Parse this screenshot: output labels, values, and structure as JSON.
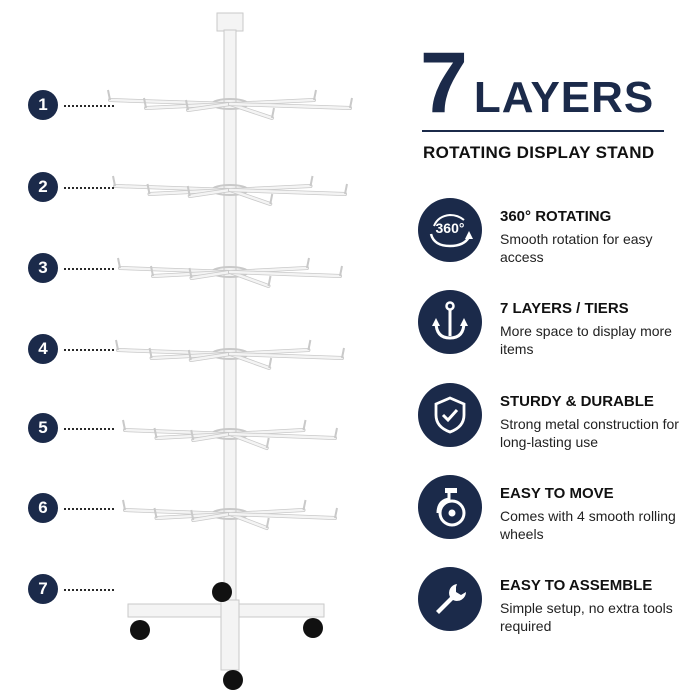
{
  "headline": {
    "number": "7",
    "word": "LAYERS"
  },
  "subtitle": "ROTATING DISPLAY STAND",
  "layer_numbers": [
    "1",
    "2",
    "3",
    "4",
    "5",
    "6",
    "7"
  ],
  "features": [
    {
      "icon": "rotate-360-icon",
      "icon_text": "360°",
      "title": "360° ROTATING",
      "desc": "Smooth rotation for easy access"
    },
    {
      "icon": "hook-icon",
      "title": "7 LAYERS / TIERS",
      "desc": "More space to display more items"
    },
    {
      "icon": "shield-check-icon",
      "title": "STURDY & DURABLE",
      "desc": "Strong metal construction for long-lasting use"
    },
    {
      "icon": "caster-wheel-icon",
      "title": "EASY TO MOVE",
      "desc": "Comes with 4 smooth rolling wheels"
    },
    {
      "icon": "wrench-icon",
      "title": "EASY TO ASSEMBLE",
      "desc": "Simple setup, no extra tools required"
    }
  ],
  "colors": {
    "navy": "#1b2a4a",
    "stand": "#f4f4f4",
    "stand_outline": "#c9c9c9",
    "wheel": "#111111"
  }
}
